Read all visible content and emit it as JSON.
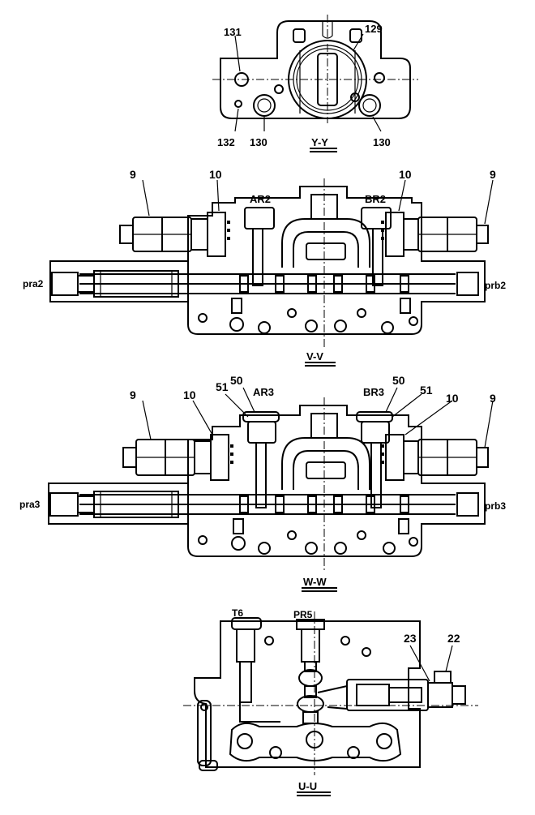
{
  "views": {
    "yy": {
      "title": "Y-Y",
      "labels": [
        "131",
        "129",
        "132",
        "130",
        "130"
      ]
    },
    "vv": {
      "title": "V-V",
      "labels": [
        "9",
        "10",
        "AR2",
        "BR2",
        "10",
        "9",
        "pra2",
        "prb2"
      ]
    },
    "ww": {
      "title": "W-W",
      "labels": [
        "50",
        "50",
        "51",
        "AR3",
        "BR3",
        "51",
        "9",
        "10",
        "10",
        "9",
        "pra3",
        "prb3"
      ]
    },
    "uu": {
      "title": "U-U",
      "labels": [
        "T6",
        "PR5",
        "23",
        "22"
      ]
    }
  }
}
